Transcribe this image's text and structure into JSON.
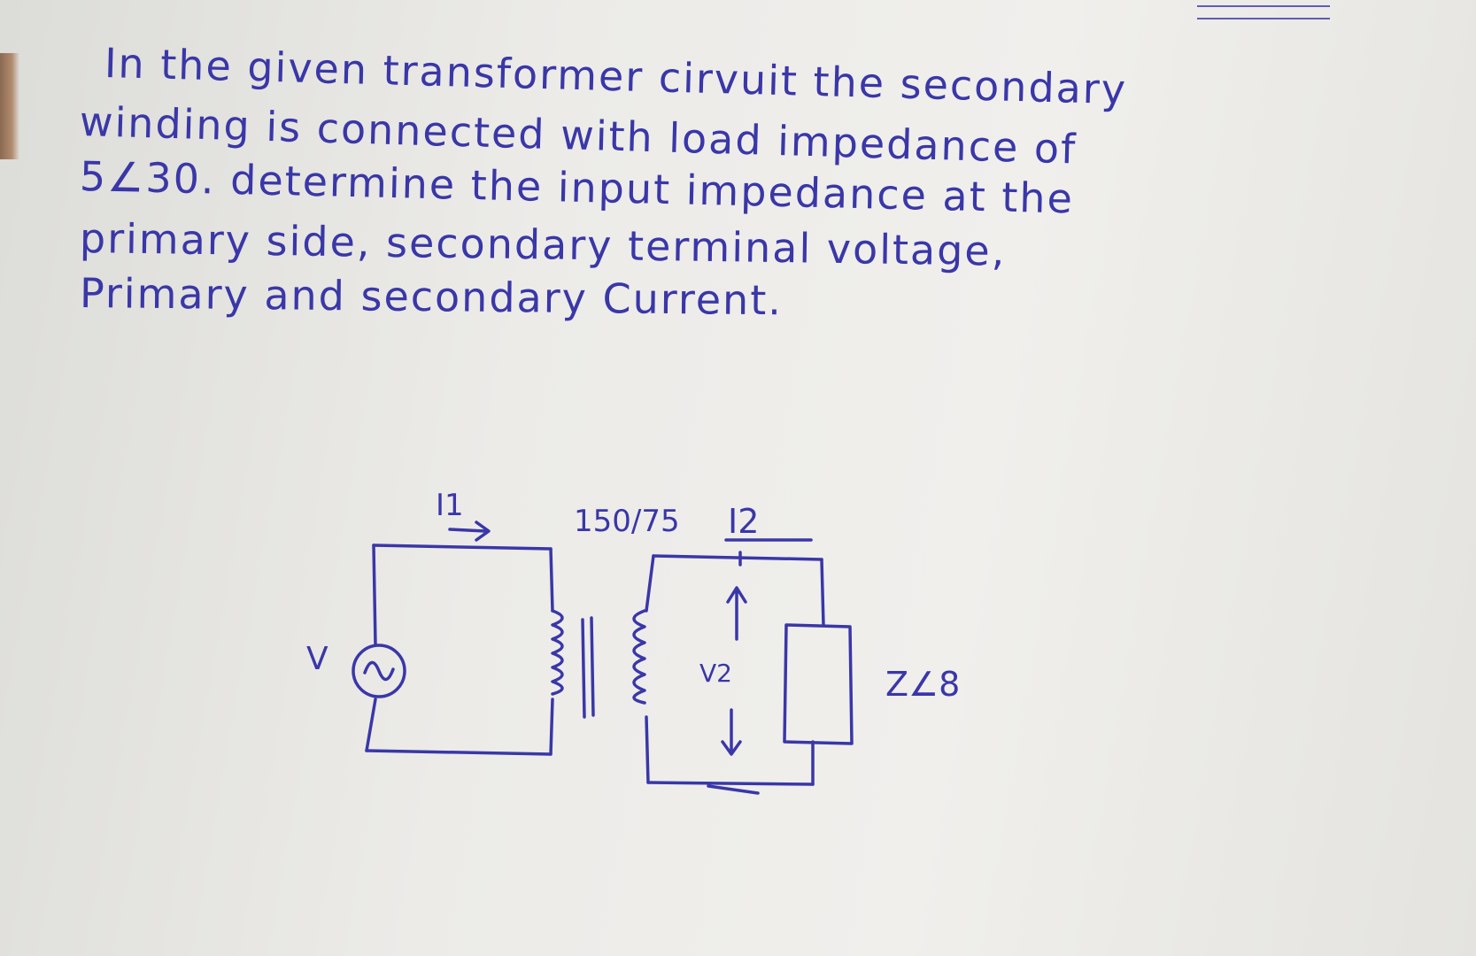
{
  "question": {
    "line1": "In the given transformer cirvuit the secondary",
    "line2": "winding is connected with load impedance of",
    "line3": "5∠30. determine the input impedance at the",
    "line4": "primary side, secondary terminal voltage,",
    "line5": "Primary and secondary Current."
  },
  "circuit": {
    "primary_current_label": "I1",
    "turns_ratio_label": "150/75",
    "secondary_current_label": "I2",
    "source_label": "V",
    "secondary_voltage_label": "V2",
    "load_label": "Z∠8"
  }
}
